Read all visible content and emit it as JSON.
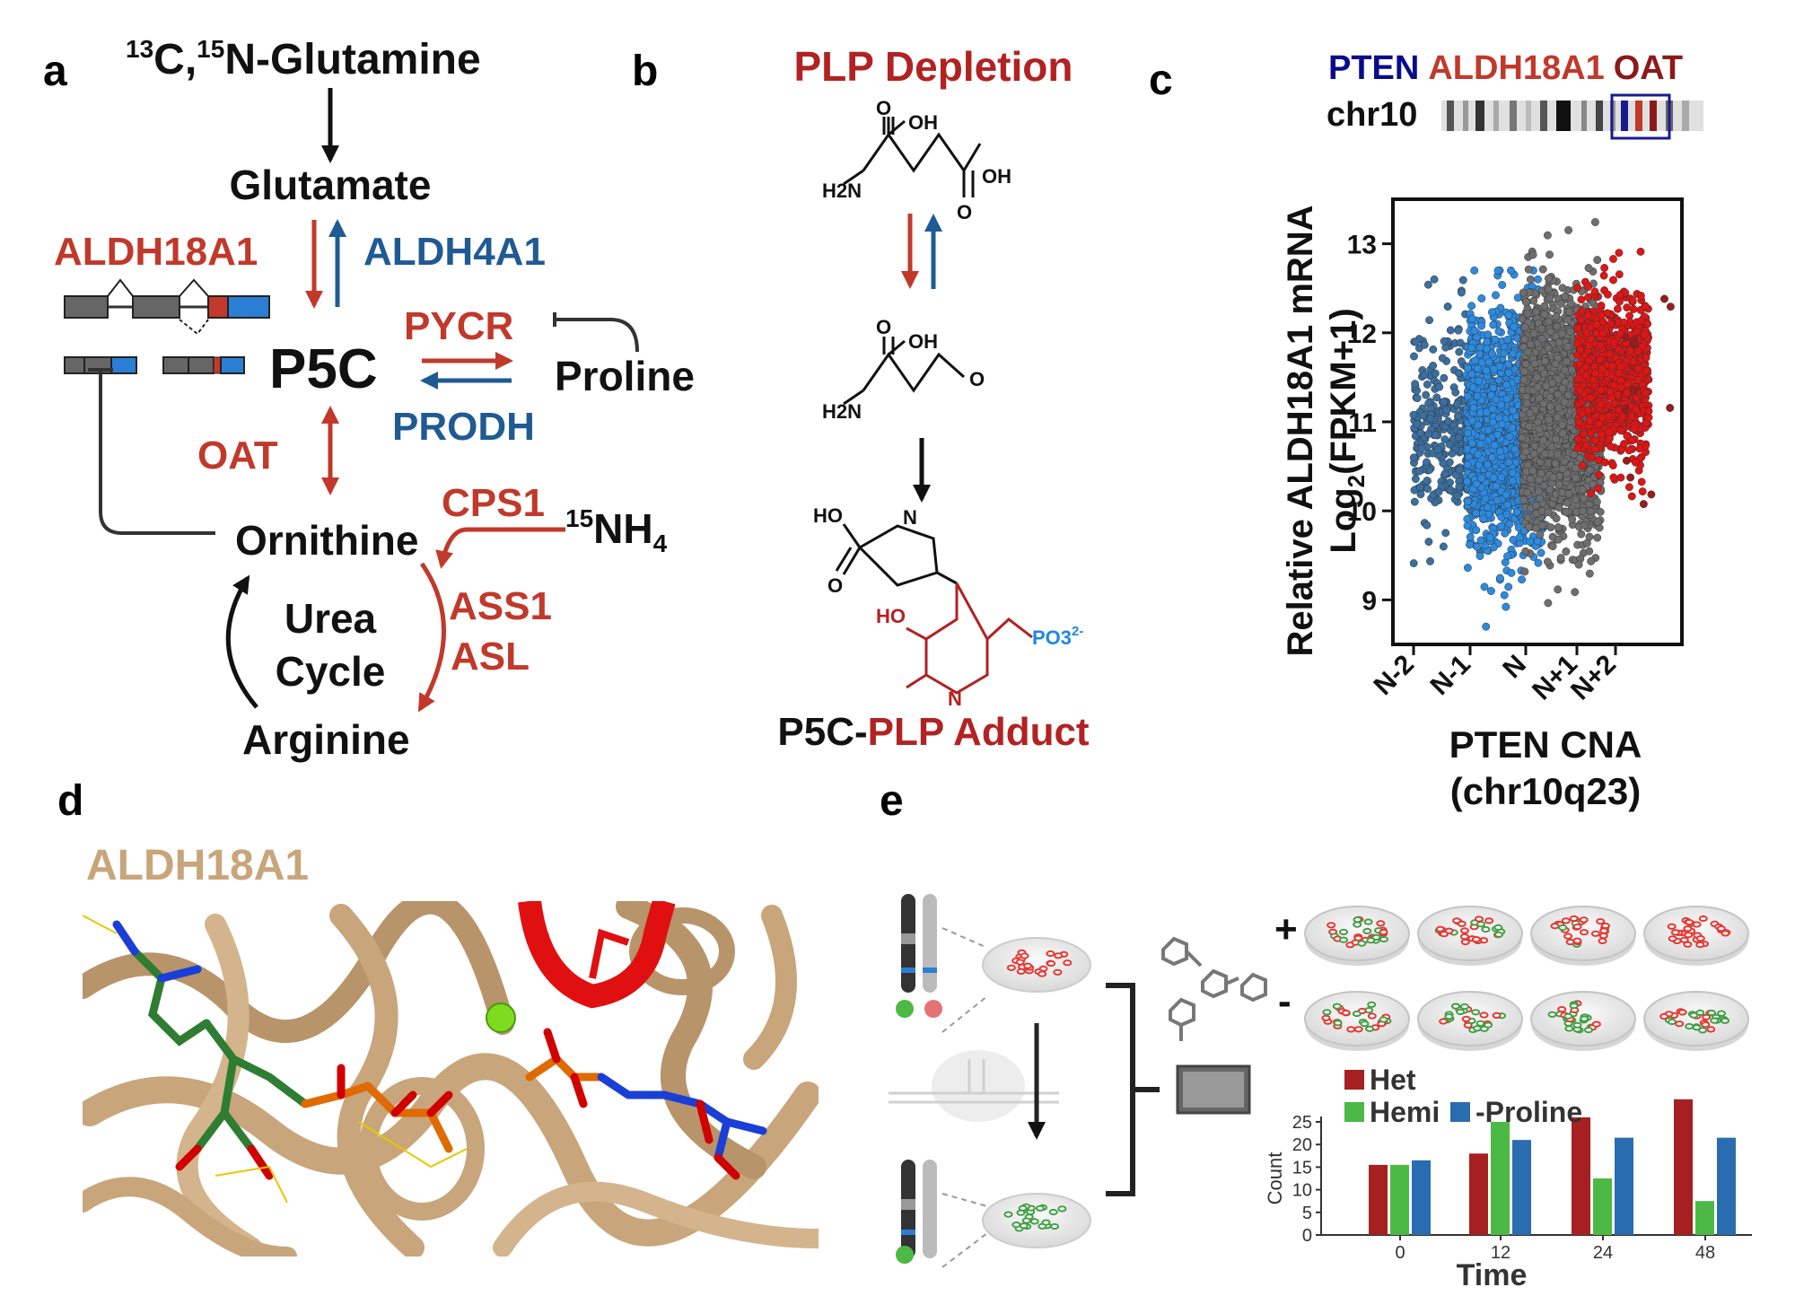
{
  "colors": {
    "red": "#c0392b",
    "blue": "#1f5a93",
    "dark_red": "#8b1a1a",
    "navy": "#0a0a8c",
    "black": "#111111",
    "tan": "#c8a57a",
    "cyan_blue": "#1e88e5",
    "grey": "#777777",
    "bright_red": "#e01010",
    "green": "#4cb944",
    "bar_red": "#a62021",
    "bar_blue": "#2a6cb0"
  },
  "panel_letters": [
    "a",
    "b",
    "c",
    "d",
    "e"
  ],
  "panel_a": {
    "substrate_c13": "13",
    "substrate_c": "C,",
    "substrate_n15": "15",
    "substrate_rest": "N-Glutamine",
    "glutamate": "Glutamate",
    "aldh18a1": "ALDH18A1",
    "aldh4a1": "ALDH4A1",
    "p5c": "P5C",
    "pycr": "PYCR",
    "prodh": "PRODH",
    "proline": "Proline",
    "oat": "OAT",
    "cps1": "CPS1",
    "nh4_sup": "15",
    "nh4": "NH",
    "nh4_sub": "4",
    "ornithine": "Ornithine",
    "ass1": "ASS1",
    "asl": "ASL",
    "urea": "Urea",
    "cycle": "Cycle",
    "arginine": "Arginine"
  },
  "panel_b": {
    "title": "PLP Depletion",
    "adduct_black": "P5C-",
    "adduct_red": "PLP Adduct",
    "chem_labels": [
      "O",
      "OH",
      "H2N",
      "OH",
      "O",
      "O",
      "OH",
      "H2N",
      "O",
      "HO",
      "N",
      "O",
      "HO",
      "N",
      "PO3",
      "2-"
    ]
  },
  "panel_c": {
    "gene_pten": "PTEN",
    "gene_aldh18a1": "ALDH18A1",
    "gene_oat": "OAT",
    "chromosome": "chr10",
    "ylabel_line1": "Relative ALDH18A1 mRNA",
    "ylabel_line2_pre": "Log",
    "ylabel_line2_sub": "2",
    "ylabel_line2_post": "(FPKM+1)",
    "xlabel_line1": "PTEN CNA",
    "xlabel_line2": "(chr10q23)"
  },
  "panel_d": {
    "title": "ALDH18A1"
  },
  "panel_e": {
    "plus": "+",
    "minus": "-"
  },
  "chart_data": [
    {
      "type": "scatter",
      "categories": [
        "N-2",
        "N-1",
        "N",
        "N+1",
        "N+2"
      ],
      "ylim": [
        8.5,
        13.5
      ],
      "yticks": [
        9,
        10,
        11,
        12,
        13
      ],
      "series": [
        {
          "category": "N-2",
          "color": "#3a6fa0",
          "n": 350,
          "mean": 10.9,
          "sd": 0.55,
          "min": 9.1,
          "max": 12.6
        },
        {
          "category": "N-1",
          "color": "#2c8ae0",
          "n": 1800,
          "mean": 10.9,
          "sd": 0.6,
          "min": 8.7,
          "max": 12.7
        },
        {
          "category": "N",
          "color": "#6e6e6e",
          "n": 2500,
          "mean": 11.1,
          "sd": 0.6,
          "min": 8.7,
          "max": 13.4
        },
        {
          "category": "N+1",
          "color": "#e01515",
          "n": 900,
          "mean": 11.5,
          "sd": 0.45,
          "min": 9.3,
          "max": 13.3
        },
        {
          "category": "N+2",
          "color": "#9b1b1b",
          "n": 12,
          "mean": 11.3,
          "sd": 0.7,
          "min": 9.5,
          "max": 12.7
        }
      ]
    },
    {
      "type": "bar",
      "title": "",
      "xlabel": "Time",
      "ylabel": "Count",
      "categories": [
        "0",
        "12",
        "24",
        "48"
      ],
      "ylim": [
        0,
        25
      ],
      "yticks": [
        0,
        5,
        10,
        15,
        20,
        25
      ],
      "series": [
        {
          "name": "Het",
          "color": "#a62021",
          "values": [
            15.5,
            18,
            26,
            30
          ]
        },
        {
          "name": "Hemi",
          "color": "#4cb944",
          "values": [
            15.5,
            25,
            12.5,
            7.5
          ]
        },
        {
          "name": "-Proline",
          "color": "#2a6cb0",
          "values": [
            16.5,
            21,
            21.5,
            21.5
          ]
        }
      ]
    }
  ]
}
